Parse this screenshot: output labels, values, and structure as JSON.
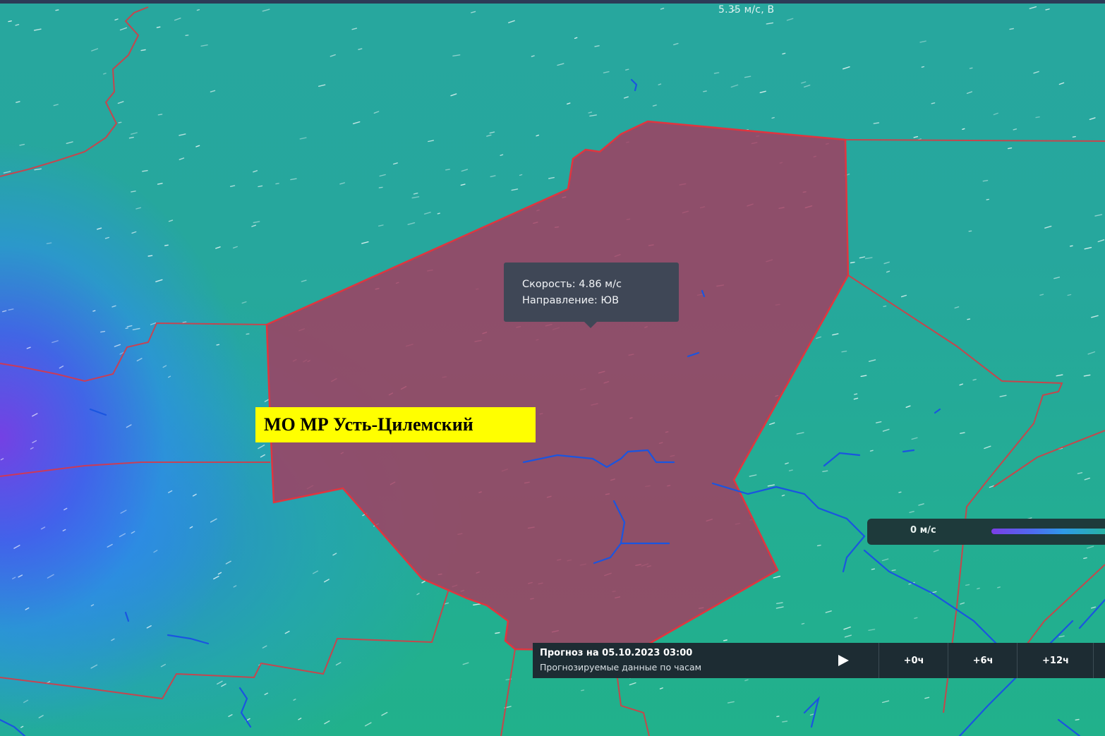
{
  "map": {
    "top_wind_label": "5.35 м/с, В",
    "tooltip": {
      "speed": "Скорость: 4.86 м/с",
      "direction": "Направление: ЮВ"
    },
    "region_label": "МО МР Усть-Цилемский",
    "highlight_color": "#a63a5f",
    "border_color": "#e0353f",
    "river_color": "#1a55e0"
  },
  "legend": {
    "min_label": "0 м/с"
  },
  "forecast": {
    "title": "Прогноз на 05.10.2023 03:00",
    "subtitle": "Прогнозируемые данные по часам",
    "play_icon": "play-icon",
    "steps": [
      "+0ч",
      "+6ч",
      "+12ч"
    ]
  }
}
